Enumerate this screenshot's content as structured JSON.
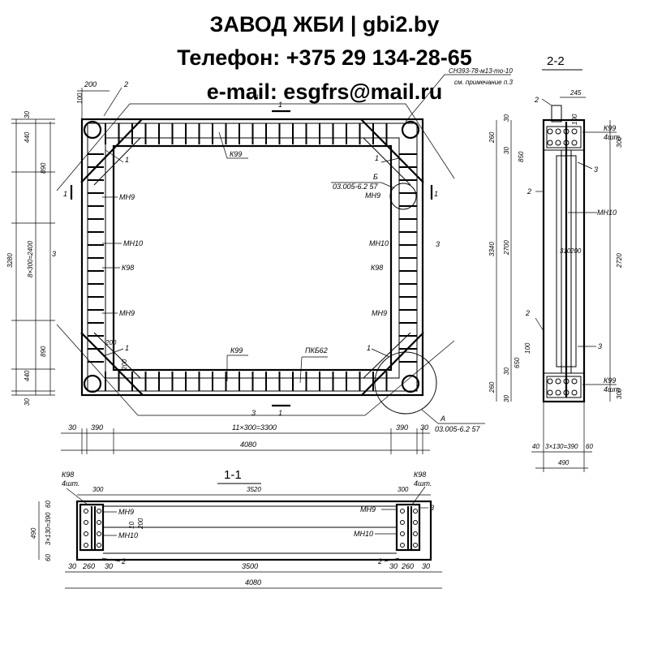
{
  "header": {
    "line1": "ЗАВОД ЖБИ | gbi2.by",
    "line2": "Телефон: +375 29 134-28-65",
    "line3": "e-mail: esgfrs@mail.ru"
  },
  "plan": {
    "labels": {
      "k99": "К99",
      "mn9": "МН9",
      "mn10": "МН10",
      "k98": "К98",
      "pkb62": "ПКБ62",
      "pos1": "1",
      "pos2": "2",
      "pos3": "3",
      "cut1": "1",
      "detail_b": "Б",
      "detail_a": "А",
      "detail_ref": "03.005-6.2 57",
      "top_ref": "СН393-78-м13-то-10",
      "top_note": "см. примечание п.3"
    },
    "dims": {
      "top_200": "200",
      "top_100": "100",
      "left_30a": "30",
      "left_440a": "440",
      "left_890a": "890",
      "left_3280": "3280",
      "left_8x300": "8×300=2400",
      "left_890b": "890",
      "left_440b": "440",
      "left_30b": "30",
      "bot_30a": "30",
      "bot_390a": "390",
      "bot_11x300": "11×300=3300",
      "bot_390b": "390",
      "bot_30b": "30",
      "bot_4080": "4080",
      "inner_200a": "200",
      "inner_200b": "200"
    }
  },
  "section22": {
    "title": "2-2",
    "labels": {
      "k99": "К99",
      "pcs": "4шт.",
      "mn10": "МН10",
      "pos2": "2",
      "pos3": "3",
      "d310": "310",
      "d200": "200"
    },
    "dims": {
      "top_245": "245",
      "top_100": "100",
      "l_30a": "30",
      "l_260a": "260",
      "l_30b": "30",
      "l_850a": "850",
      "l_2700": "2700",
      "l_3340": "3340",
      "l_650": "650",
      "l_30c": "30",
      "l_260b": "260",
      "l_30d": "30",
      "l_100": "100",
      "r_300a": "300",
      "r_2720": "2720",
      "r_300b": "300",
      "b_40": "40",
      "b_3x130": "3×130=390",
      "b_60": "60",
      "b_490": "490"
    }
  },
  "section11": {
    "title": "1-1",
    "labels": {
      "k98": "К98",
      "pcs": "4шт.",
      "mn9": "МН9",
      "mn10": "МН10",
      "pos2": "2",
      "pos3": "3",
      "d10": "10",
      "d200": "200"
    },
    "dims": {
      "t_300a": "300",
      "t_3520": "3520",
      "t_300b": "300",
      "l_60a": "60",
      "l_3x130": "3×130=390",
      "l_490": "490",
      "l_60b": "60",
      "b_30a": "30",
      "b_260a": "260",
      "b_30b": "30",
      "b_3500": "3500",
      "b_30c": "30",
      "b_260b": "260",
      "b_30d": "30",
      "b_4080": "4080"
    }
  }
}
